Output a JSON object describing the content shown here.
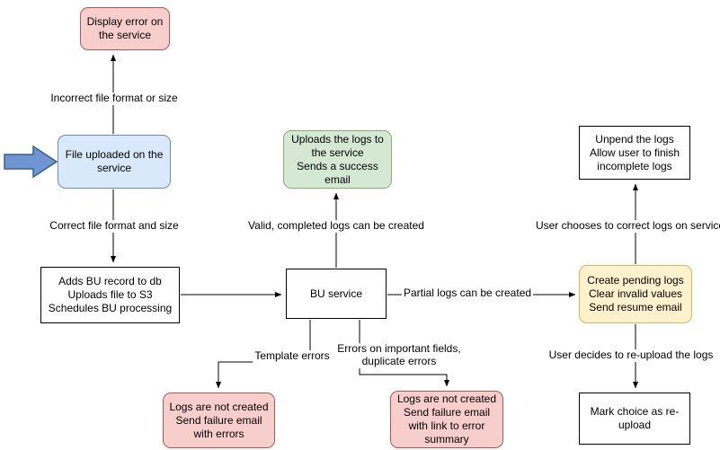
{
  "diagram": {
    "type": "flowchart",
    "nodes": {
      "display_error": {
        "label": "Display error on the service",
        "fill": "#f8cecc",
        "border": "#b85450"
      },
      "file_uploaded": {
        "label": "File uploaded on the service",
        "fill": "#dae8fc",
        "border": "#6c8ebf"
      },
      "adds_bu_record": {
        "label": "Adds BU record to db\nUploads file to S3\nSchedules BU processing",
        "fill": "#ffffff",
        "border": "#000000"
      },
      "bu_service": {
        "label": "BU service",
        "fill": "#ffffff",
        "border": "#000000"
      },
      "uploads_logs": {
        "label": "Uploads the logs to the service\nSends a success email",
        "fill": "#d5e8d4",
        "border": "#82b366"
      },
      "unpend_logs": {
        "label": "Unpend the logs\nAllow user to finish incomplete logs",
        "fill": "#ffffff",
        "border": "#000000"
      },
      "create_pending_logs": {
        "label": "Create pending logs\nClear invalid values\nSend resume email",
        "fill": "#fff2cc",
        "border": "#d6b656"
      },
      "mark_choice": {
        "label": "Mark choice as re-upload",
        "fill": "#ffffff",
        "border": "#000000"
      },
      "logs_not_created_template": {
        "label": "Logs are not created\nSend failure email with errors",
        "fill": "#f8cecc",
        "border": "#b85450"
      },
      "logs_not_created_fields": {
        "label": "Logs are not created\nSend failure email with link to error summary",
        "fill": "#f8cecc",
        "border": "#b85450"
      }
    },
    "edges": {
      "incorrect_format": {
        "label": "Incorrect file format or size"
      },
      "correct_format": {
        "label": "Correct file format and size"
      },
      "record_to_service": {
        "label": ""
      },
      "valid_logs": {
        "label": "Valid, completed logs can be created"
      },
      "partial_logs": {
        "label": "Partial logs can be created"
      },
      "correct_on_service": {
        "label": "User chooses to correct logs on service"
      },
      "reupload": {
        "label": "User decides to re-upload the logs"
      },
      "template_errors": {
        "label": "Template errors"
      },
      "field_errors": {
        "label": "Errors on important fields,\nduplicate errors"
      }
    },
    "icons": {
      "input_arrow": "thick-right-arrow"
    },
    "colors": {
      "edge_line": "#000000",
      "input_arrow_fill": "#6f95d2",
      "input_arrow_border": "#3a5e8c"
    }
  }
}
